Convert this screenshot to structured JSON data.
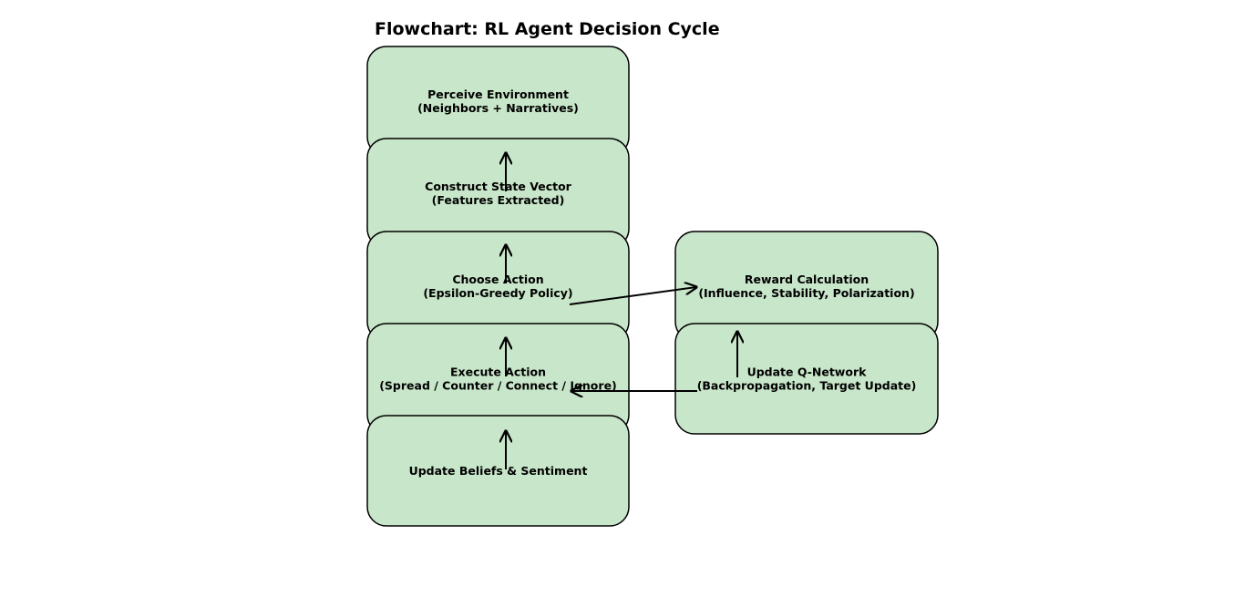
{
  "title": "Flowchart: RL Agent Decision Cycle",
  "colors": {
    "node_fill": "#c8e6c9",
    "node_stroke": "#000000",
    "arrow": "#000000",
    "background": "#ffffff"
  },
  "nodes": [
    {
      "id": "perceive",
      "lines": [
        "Perceive Environment",
        "(Neighbors + Narratives)"
      ]
    },
    {
      "id": "state",
      "lines": [
        "Construct State Vector",
        "(Features Extracted)"
      ]
    },
    {
      "id": "choose",
      "lines": [
        "Choose Action",
        "(Epsilon-Greedy Policy)"
      ]
    },
    {
      "id": "execute",
      "lines": [
        "Execute Action",
        "(Spread / Counter / Connect / Ignore)"
      ]
    },
    {
      "id": "beliefs",
      "lines": [
        "Update Beliefs & Sentiment"
      ]
    },
    {
      "id": "reward",
      "lines": [
        "Reward Calculation",
        "(Influence, Stability, Polarization)"
      ]
    },
    {
      "id": "qnet",
      "lines": [
        "Update Q-Network",
        "(Backpropagation, Target Update)"
      ]
    }
  ],
  "edges": [
    {
      "from": "state",
      "to": "perceive"
    },
    {
      "from": "choose",
      "to": "state"
    },
    {
      "from": "execute",
      "to": "choose"
    },
    {
      "from": "beliefs",
      "to": "execute"
    },
    {
      "from": "choose",
      "to": "reward"
    },
    {
      "from": "qnet",
      "to": "reward"
    },
    {
      "from": "qnet",
      "to": "execute"
    }
  ]
}
